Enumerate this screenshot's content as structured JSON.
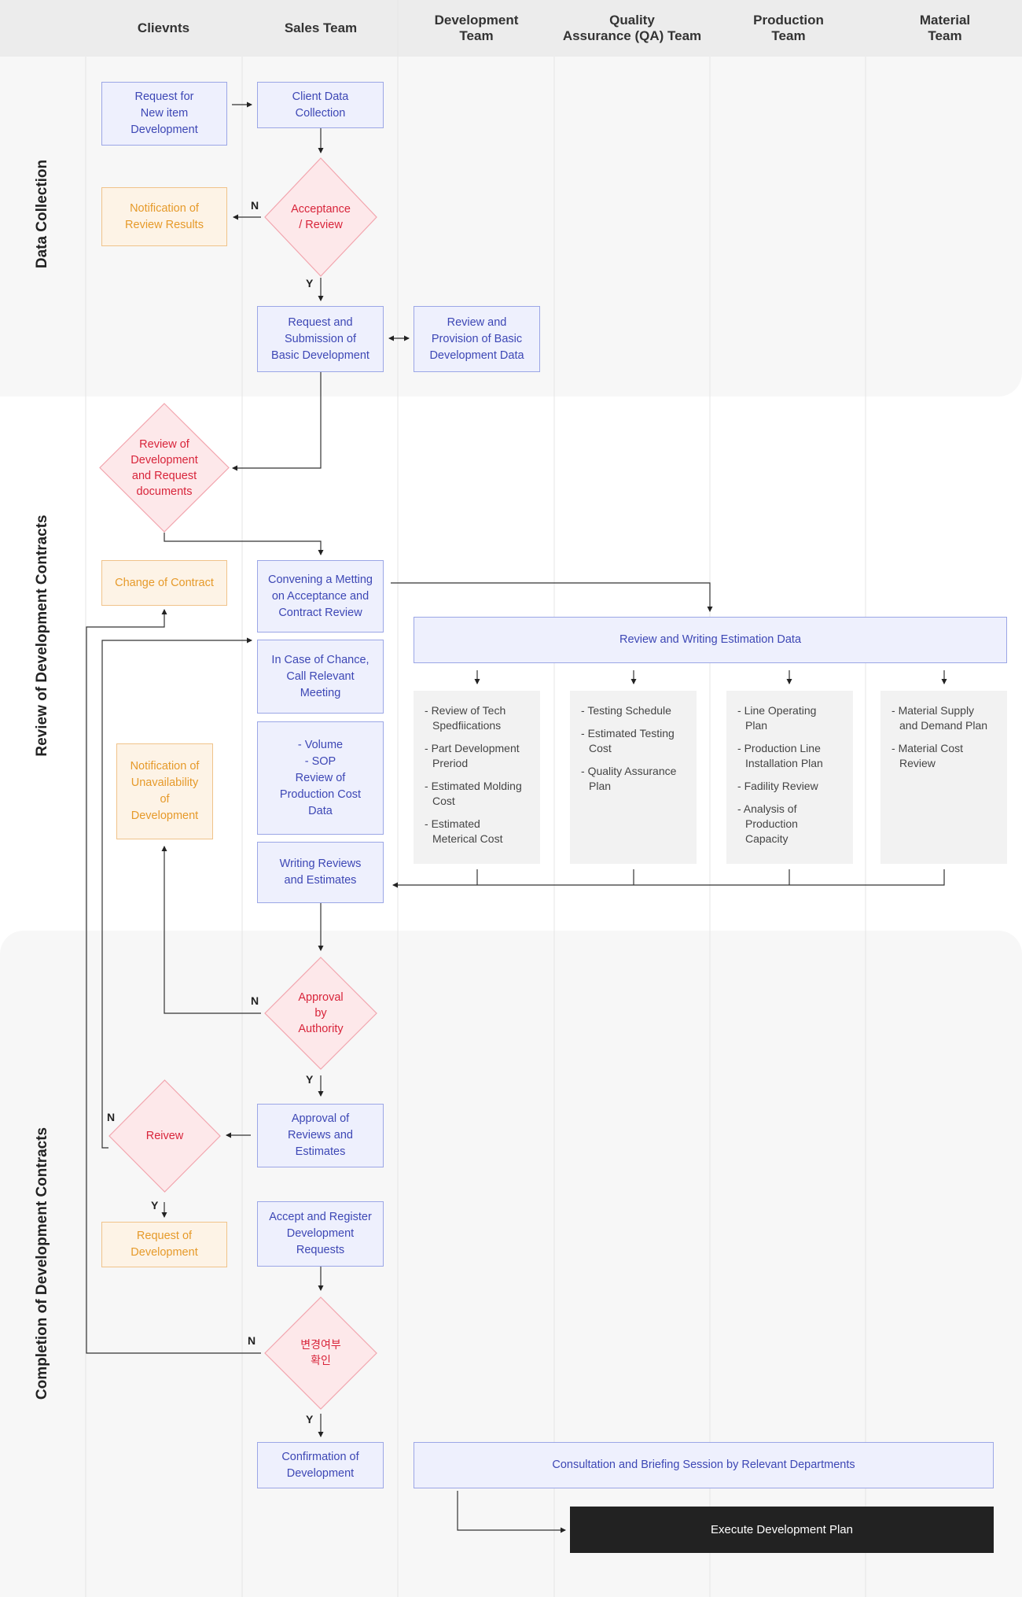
{
  "columns": [
    "Clievnts",
    "Sales Team",
    "Development\nTeam",
    "Quality\nAssurance (QA) Team",
    "Production\nTeam",
    "Material\nTeam"
  ],
  "sections": [
    "Data Collection",
    "Review of Development Contracts",
    "Completion of Development Contracts"
  ],
  "nodes": {
    "request_new_item": "Request for\nNew item\nDevelopment",
    "client_data_collection": "Client Data\nCollection",
    "acceptance_review": "Acceptance\n/ Review",
    "notification_review_results": "Notification of\nReview Results",
    "request_submission_basic": "Request and\nSubmission of\nBasic Development",
    "review_provision_basic": "Review and\nProvision of Basic\nDevelopment Data",
    "review_dev_request_docs": "Review of\nDevelopment\nand Request\ndocuments",
    "change_of_contract": "Change of Contract",
    "convening_meeting": "Convening a Metting\non Acceptance and\nContract Review",
    "review_writing_estimation": "Review and Writing Estimation Data",
    "in_case_of_chance": "In Case of Chance,\nCall Relevant\nMeeting",
    "volume_sop": "- Volume\n- SOP\nReview of\nProduction Cost\nData",
    "notification_unavailability": "Notification of\nUnavailability\nof\nDevelopment",
    "writing_reviews_estimates": "Writing Reviews\nand Estimates",
    "approval_by_authority": "Approval\nby\nAuthority",
    "approval_reviews_estimates": "Approval of\nReviews and\nEstimates",
    "reivew": "Reivew",
    "request_of_development": "Request of\nDevelopment",
    "accept_register": "Accept and Register\nDevelopment\nRequests",
    "change_check": "변경여부\n확인",
    "confirmation_of_development": "Confirmation of\nDevelopment",
    "consultation_briefing": "Consultation and Briefing Session by Relevant Departments",
    "execute_plan": "Execute Development Plan"
  },
  "tasks": {
    "development": [
      "Review of  Tech\nSpedfiications",
      "Part Development\nPreriod",
      "Estimated Molding\nCost",
      "Estimated\nMeterical Cost"
    ],
    "qa": [
      "Testing Schedule",
      "Estimated Testing\nCost",
      "Quality Assurance\nPlan"
    ],
    "production": [
      "Line Operating\nPlan",
      "Production Line\nInstallation Plan",
      "Fadility Review",
      "Analysis of\nProduction\nCapacity"
    ],
    "material": [
      "Material Supply\nand Demand Plan",
      "Material Cost\nReview"
    ]
  },
  "decision_labels": {
    "yes": "Y",
    "no": "N"
  },
  "colors": {
    "node_fill": "#eef0fd",
    "node_border": "#9ba6e6",
    "node_text": "#3d47b5",
    "notice_text": "#e69a2a",
    "decision_text": "#d8243a",
    "decision_fill": "#fde8ea"
  }
}
